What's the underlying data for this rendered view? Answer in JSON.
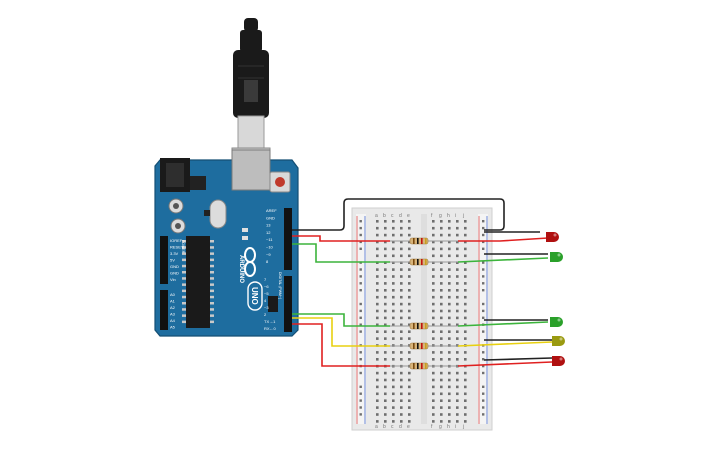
{
  "board": {
    "brand": "ARDUINO",
    "model": "UNO",
    "reset_label": "RESET",
    "icsp_label": "ICSP",
    "digital_label": "DIGITAL (PWM~)",
    "power_label": "POWER",
    "analog_label": "ANALOG IN",
    "power_pins": [
      "IOREF",
      "RESET",
      "3.3V",
      "5V",
      "GND",
      "GND",
      "Vin"
    ],
    "analog_pins": [
      "A0",
      "A1",
      "A2",
      "A3",
      "A4",
      "A5"
    ],
    "top_header_labels": [
      "AREF",
      "GND",
      "13",
      "12",
      "~11",
      "~10",
      "~9",
      "8"
    ],
    "bottom_header_labels": [
      "7",
      "~6",
      "~5",
      "4",
      "~3",
      "2",
      "TX→1",
      "RX←0"
    ]
  },
  "breadboard": {
    "left_cols": [
      "a",
      "b",
      "c",
      "d",
      "e"
    ],
    "right_cols": [
      "f",
      "g",
      "h",
      "i",
      "j"
    ],
    "plus": "+",
    "minus": "−"
  },
  "leds": [
    {
      "name": "red-led-1",
      "color": "#b01010"
    },
    {
      "name": "green-led-1",
      "color": "#2aa02a"
    },
    {
      "name": "green-led-2",
      "color": "#2aa02a"
    },
    {
      "name": "yellow-led",
      "color": "#9a9a10"
    },
    {
      "name": "red-led-2",
      "color": "#b01010"
    }
  ],
  "wire_colors": {
    "red": "#e02020",
    "green": "#3cb43c",
    "yellow": "#e8d010",
    "black": "#222222"
  }
}
